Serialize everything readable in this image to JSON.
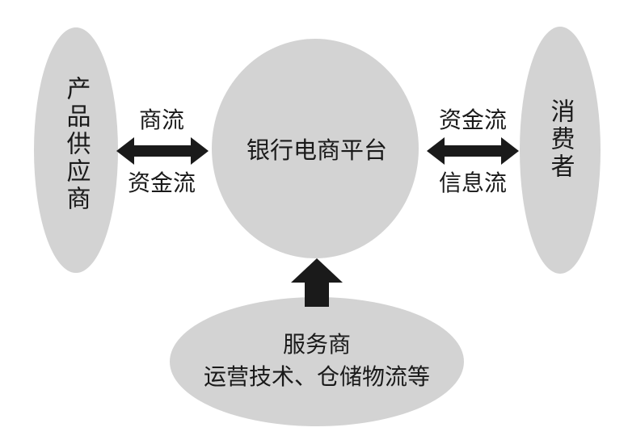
{
  "nodes": {
    "supplier": {
      "label": "产品供应商"
    },
    "platform": {
      "label": "银行电商平台"
    },
    "consumer": {
      "label": "消费者"
    },
    "service": {
      "line1": "服务商",
      "line2": "运营技术、仓储物流等"
    }
  },
  "flows": {
    "left_top": "商流",
    "left_bottom": "资金流",
    "right_top": "资金流",
    "right_bottom": "信息流"
  },
  "colors": {
    "ellipse_fill": "#d3d3d3",
    "arrow": "#1a1a1a",
    "text": "#1a1a1a"
  }
}
